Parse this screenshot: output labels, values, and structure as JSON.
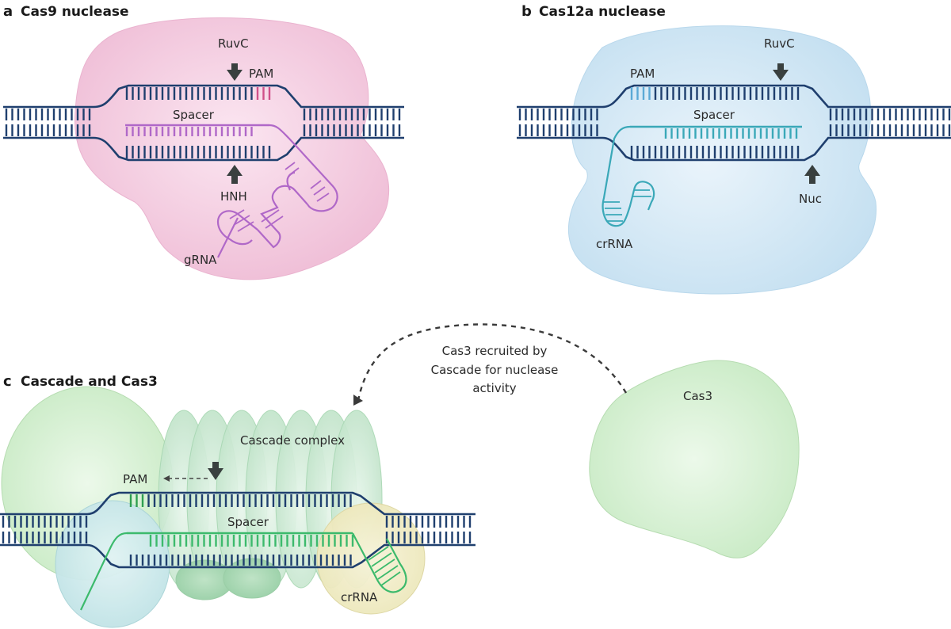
{
  "figure": {
    "panels": [
      {
        "id": "a",
        "letter": "a",
        "title": "Cas9 nuclease",
        "labels": {
          "ruvc": "RuvC",
          "pam": "PAM",
          "spacer": "Spacer",
          "hnh": "HNH",
          "rna": "gRNA"
        },
        "colors": {
          "protein": "#f2c4dc",
          "rna": "#b068c8",
          "pam": "#d0508a"
        }
      },
      {
        "id": "b",
        "letter": "b",
        "title": "Cas12a nuclease",
        "labels": {
          "ruvc": "RuvC",
          "pam": "PAM",
          "spacer": "Spacer",
          "nuc": "Nuc",
          "rna": "crRNA"
        },
        "colors": {
          "protein": "#cde5f3",
          "rna": "#3aa8b8",
          "pam": "#5aa9d6"
        }
      },
      {
        "id": "c",
        "letter": "c",
        "title": "Cascade and Cas3",
        "labels": {
          "complex": "Cascade complex",
          "pam": "PAM",
          "spacer": "Spacer",
          "rna": "crRNA",
          "cas3": "Cas3"
        },
        "annotation": [
          "Cas3 recruited by",
          "Cascade  for nuclease",
          "activity"
        ],
        "colors": {
          "protein": "#cfeccc",
          "rna": "#3cba6c",
          "pam": "#2f9f50",
          "subunit_blue": "#c8e8ea",
          "subunit_yellow": "#f1ecc0"
        }
      }
    ],
    "dna_color": "#1f3f6e",
    "arrow_color": "#39403f"
  }
}
